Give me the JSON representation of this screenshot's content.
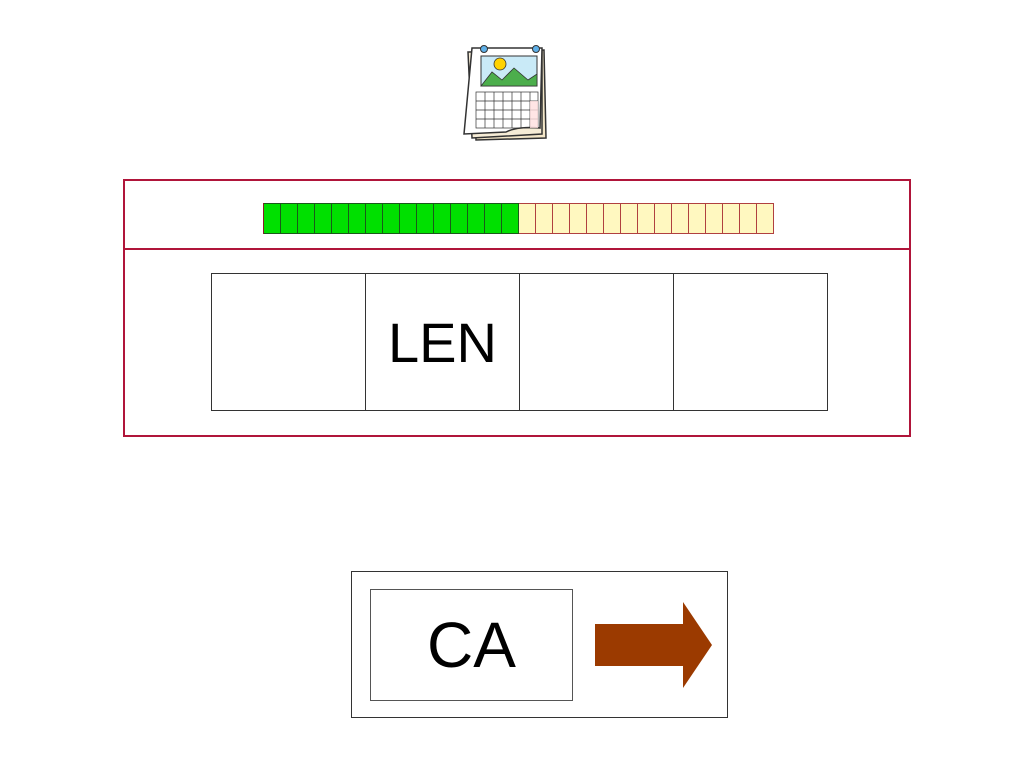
{
  "header": {
    "icon": "calendar-icon"
  },
  "progress": {
    "completed": 15,
    "total": 30,
    "done_color": "#00e000",
    "todo_color": "#fff8c0"
  },
  "word": {
    "slots": [
      {
        "text": ""
      },
      {
        "text": "LEN"
      },
      {
        "text": ""
      },
      {
        "text": ""
      }
    ]
  },
  "choices": {
    "tile_text": "CA",
    "next_icon": "arrow-right-icon",
    "arrow_color": "#9b3a00"
  },
  "colors": {
    "frame": "#b0153a"
  }
}
